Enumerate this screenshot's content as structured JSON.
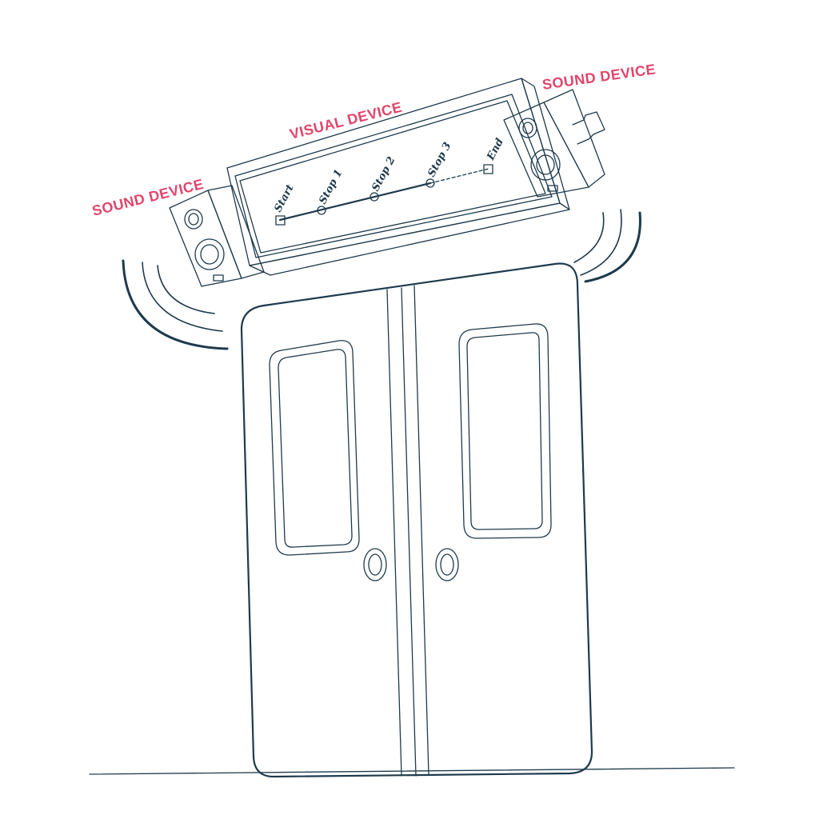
{
  "labels": {
    "visual_device": "VISUAL DEVICE",
    "sound_device_left": "SOUND DEVICE",
    "sound_device_right": "SOUND DEVICE"
  },
  "stops": [
    {
      "label": "Start",
      "marker": "square",
      "segment": "solid"
    },
    {
      "label": "Stop 1",
      "marker": "circle",
      "segment": "solid"
    },
    {
      "label": "Stop 2",
      "marker": "circle",
      "segment": "solid"
    },
    {
      "label": "Stop 3",
      "marker": "circle",
      "segment": "dashed"
    },
    {
      "label": "End",
      "marker": "square",
      "segment": null
    }
  ],
  "colors": {
    "label": "#e0456b",
    "line": "#1e3a4c",
    "background": "#ffffff"
  }
}
